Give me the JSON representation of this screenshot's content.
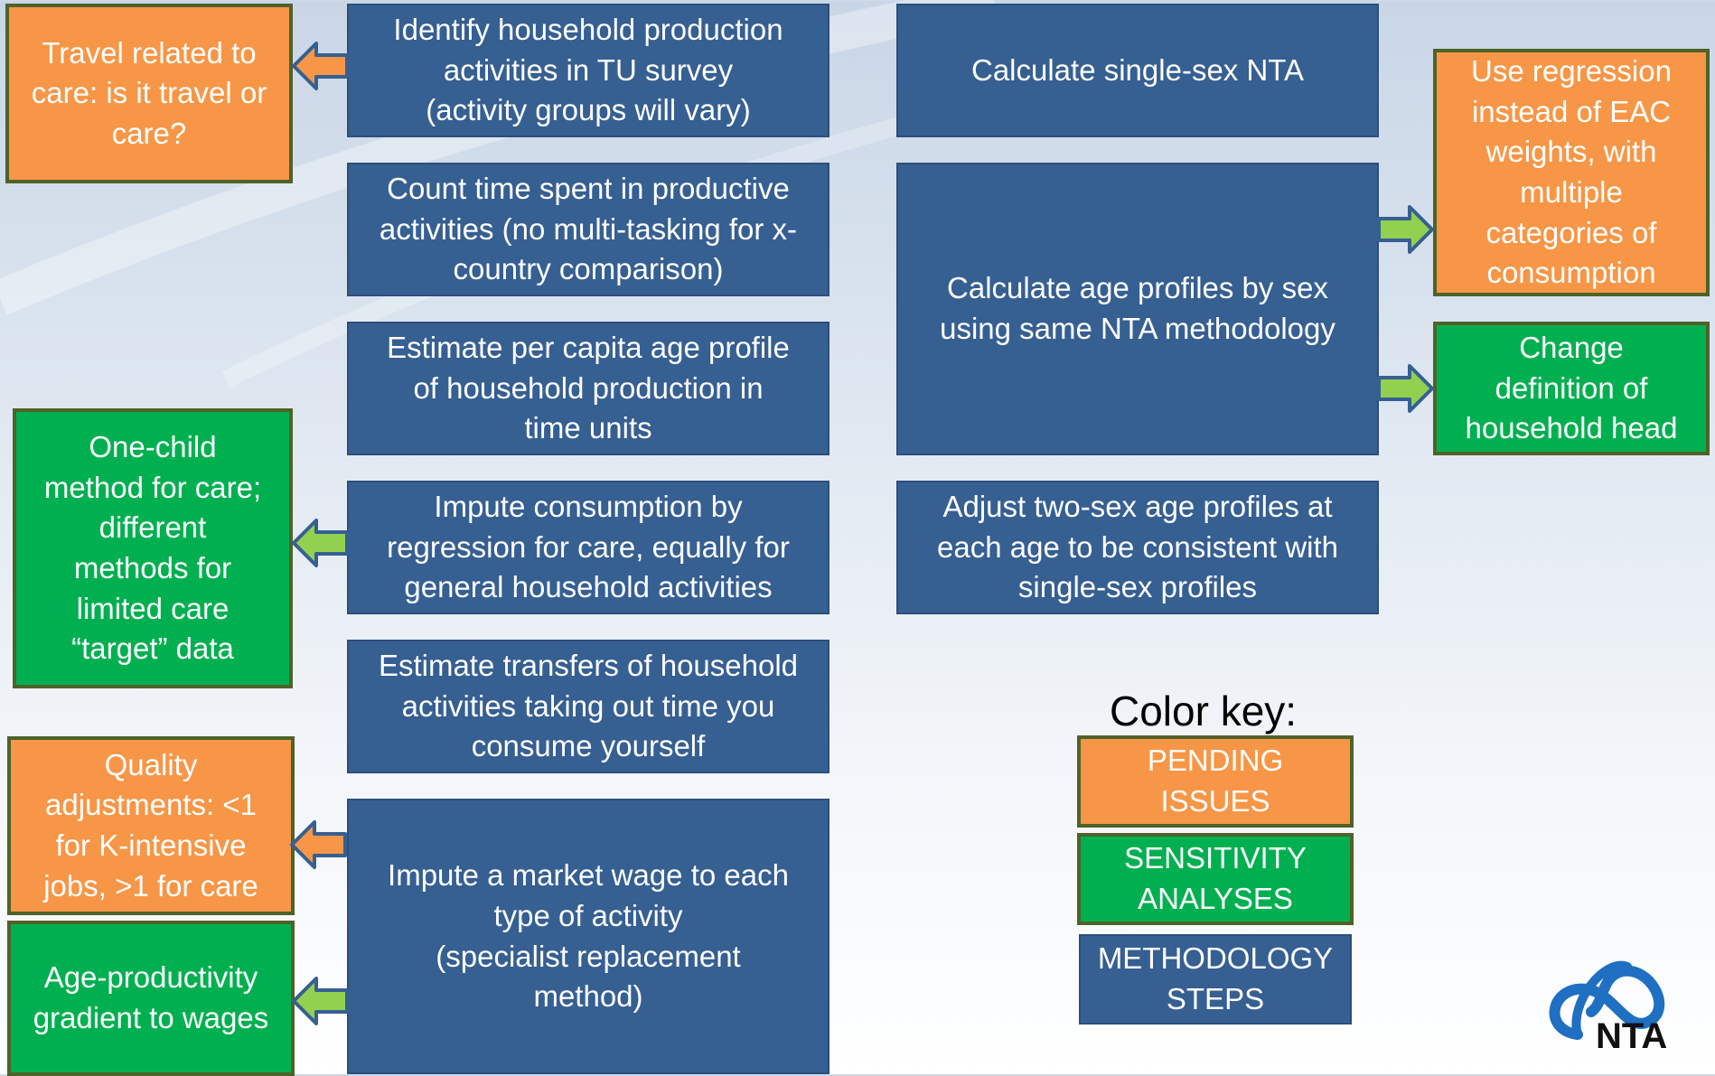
{
  "colors": {
    "methodology": "#365f92",
    "pending": "#f79646",
    "sensitivity": "#00b050",
    "border_dark": "#4f6228"
  },
  "left_column": [
    {
      "id": "travel",
      "type": "pending",
      "text": "Travel related to\ncare: is it travel or\ncare?"
    },
    {
      "id": "one-child",
      "type": "sensitivity",
      "text": "One-child\nmethod for care;\ndifferent\nmethods for\nlimited care\n“target” data"
    },
    {
      "id": "quality",
      "type": "pending",
      "text": "Quality\nadjustments: <1\nfor K-intensive\njobs, >1 for care"
    },
    {
      "id": "age-productivity",
      "type": "sensitivity",
      "text": "Age-productivity\ngradient to wages"
    }
  ],
  "middle_column": [
    {
      "id": "identify",
      "text": "Identify household production\nactivities in TU survey\n(activity groups will vary)"
    },
    {
      "id": "count",
      "text": "Count time spent in productive\nactivities (no multi-tasking for x-\ncountry comparison)"
    },
    {
      "id": "estimate-per-capita",
      "text": "Estimate per capita age profile\nof household production in\ntime units"
    },
    {
      "id": "impute-consumption",
      "text": "Impute consumption by\nregression for care, equally for\ngeneral household activities"
    },
    {
      "id": "estimate-transfers",
      "text": "Estimate transfers of household\nactivities taking out time you\nconsume yourself"
    },
    {
      "id": "impute-wage",
      "text": "Impute a market wage to each\ntype of activity\n(specialist replacement\nmethod)"
    }
  ],
  "right_column": [
    {
      "id": "single-sex",
      "text": "Calculate single-sex NTA"
    },
    {
      "id": "age-profiles",
      "text": "Calculate age profiles by sex\nusing same NTA methodology"
    },
    {
      "id": "adjust",
      "text": "Adjust two-sex age profiles at\neach age to be consistent with\nsingle-sex profiles"
    }
  ],
  "far_right": [
    {
      "id": "regression",
      "type": "pending",
      "text": "Use regression\ninstead of EAC\nweights, with\nmultiple\ncategories of\nconsumption"
    },
    {
      "id": "household-head",
      "type": "sensitivity",
      "text": "Change\ndefinition of\nhousehold head"
    }
  ],
  "key": {
    "title": "Color key:",
    "pending": "PENDING ISSUES",
    "sensitivity": "SENSITIVITY\nANALYSES",
    "methodology": "METHODOLOGY\nSTEPS"
  },
  "logo": {
    "text": "NTA"
  }
}
